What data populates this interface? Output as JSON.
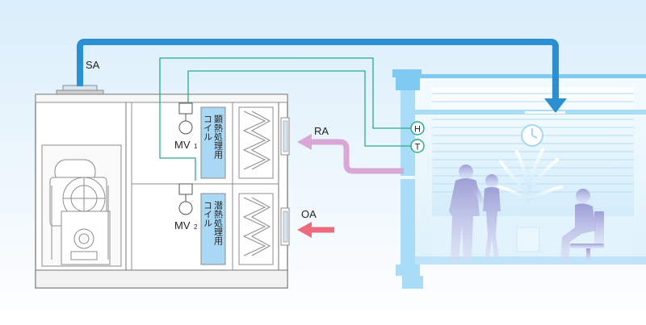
{
  "labels": {
    "sa": "SA",
    "ra": "RA",
    "oa": "OA",
    "mv1_main": "MV",
    "mv1_sub": "1",
    "mv2_main": "MV",
    "mv2_sub": "2",
    "sensor_h": "H",
    "sensor_t": "T",
    "coil_sensible_col1": "顕熱処理用",
    "coil_sensible_col2": "コイル",
    "coil_latent_col1": "潜熱処理用",
    "coil_latent_col2": "コイル"
  },
  "colors": {
    "supply_duct": "#2a8fd3",
    "return_air": "#d9a6d6",
    "outside_air": "#ee6b7c",
    "control_line": "#2bab8c",
    "coil_fill": "#a9d8f5",
    "unit_stroke": "#8c8c8c",
    "room_frame": "#a8dcf7"
  }
}
